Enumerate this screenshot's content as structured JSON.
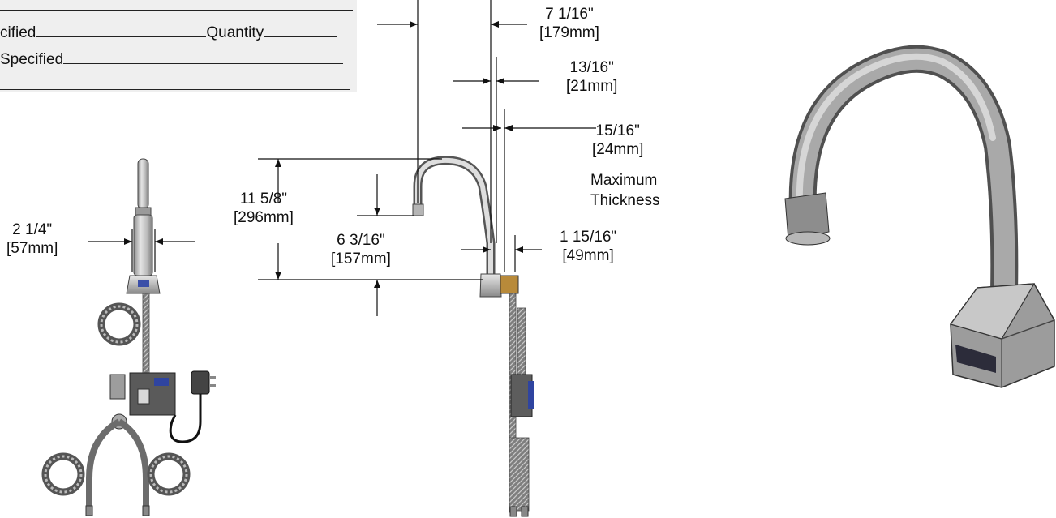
{
  "spec_form": {
    "line1_left": "cified",
    "line1_quantity": "Quantity",
    "line2_left": "Specified"
  },
  "dimensions": {
    "spout_reach": {
      "inch": "7 1/16\"",
      "mm": "179mm"
    },
    "spout_width": {
      "inch": "13/16\"",
      "mm": "21mm"
    },
    "max_thickness": {
      "inch": "15/16\"",
      "mm": "24mm",
      "note": "Maximum Thickness"
    },
    "overall_height": {
      "inch": "11 5/8\"",
      "mm": "296mm"
    },
    "spout_clearance": {
      "inch": "6 3/16\"",
      "mm": "157mm"
    },
    "base_depth": {
      "inch": "1 15/16\"",
      "mm": "49mm"
    },
    "front_width": {
      "inch": "2 1/4\"",
      "mm": "57mm"
    }
  }
}
